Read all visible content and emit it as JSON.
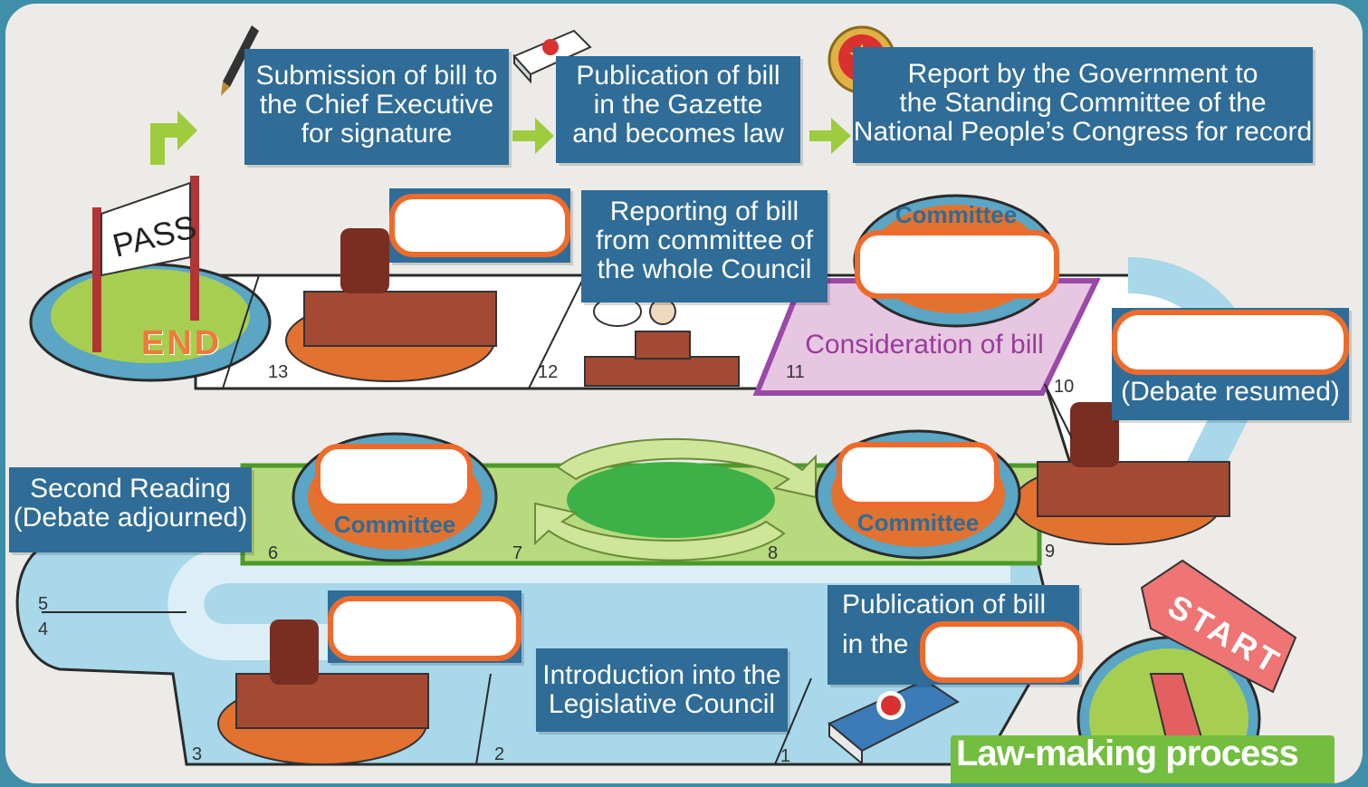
{
  "top_row": {
    "submission": [
      "Submission of bill to",
      "the Chief Executive",
      "for signature"
    ],
    "publication": [
      "Publication of bill",
      "in the Gazette",
      "and becomes law"
    ],
    "report": [
      "Report by the Government to",
      "the Standing Committee of the",
      "National People’s Congress for record"
    ]
  },
  "middle": {
    "reporting": [
      "Reporting of bill",
      "from committee of",
      "the whole Council"
    ],
    "committee_label": "Committee",
    "consideration": "Consideration of bill",
    "debate_resumed": "(Debate resumed)",
    "second_reading": [
      "Second Reading",
      "(Debate adjourned)"
    ]
  },
  "lower": {
    "introduction": [
      "Introduction into the",
      "Legislative Council"
    ],
    "publication_line1": "Publication of bill",
    "publication_line2": "in the"
  },
  "labels": {
    "end": "END",
    "pass": "PASS",
    "start": "START",
    "title": "Law-making process"
  },
  "numbers": {
    "1": "1",
    "2": "2",
    "3": "3",
    "4": "4",
    "5": "5",
    "6": "6",
    "7": "7",
    "8": "8",
    "9": "9",
    "10": "10",
    "11": "11",
    "12": "12",
    "13": "13"
  },
  "colors": {
    "box_blue": "#2f6c97",
    "pill_orange": "#ee6b2c",
    "arrow_green": "#9fcb3e",
    "consideration_purple": "#9a3c98",
    "title_green": "#73bd3f"
  }
}
